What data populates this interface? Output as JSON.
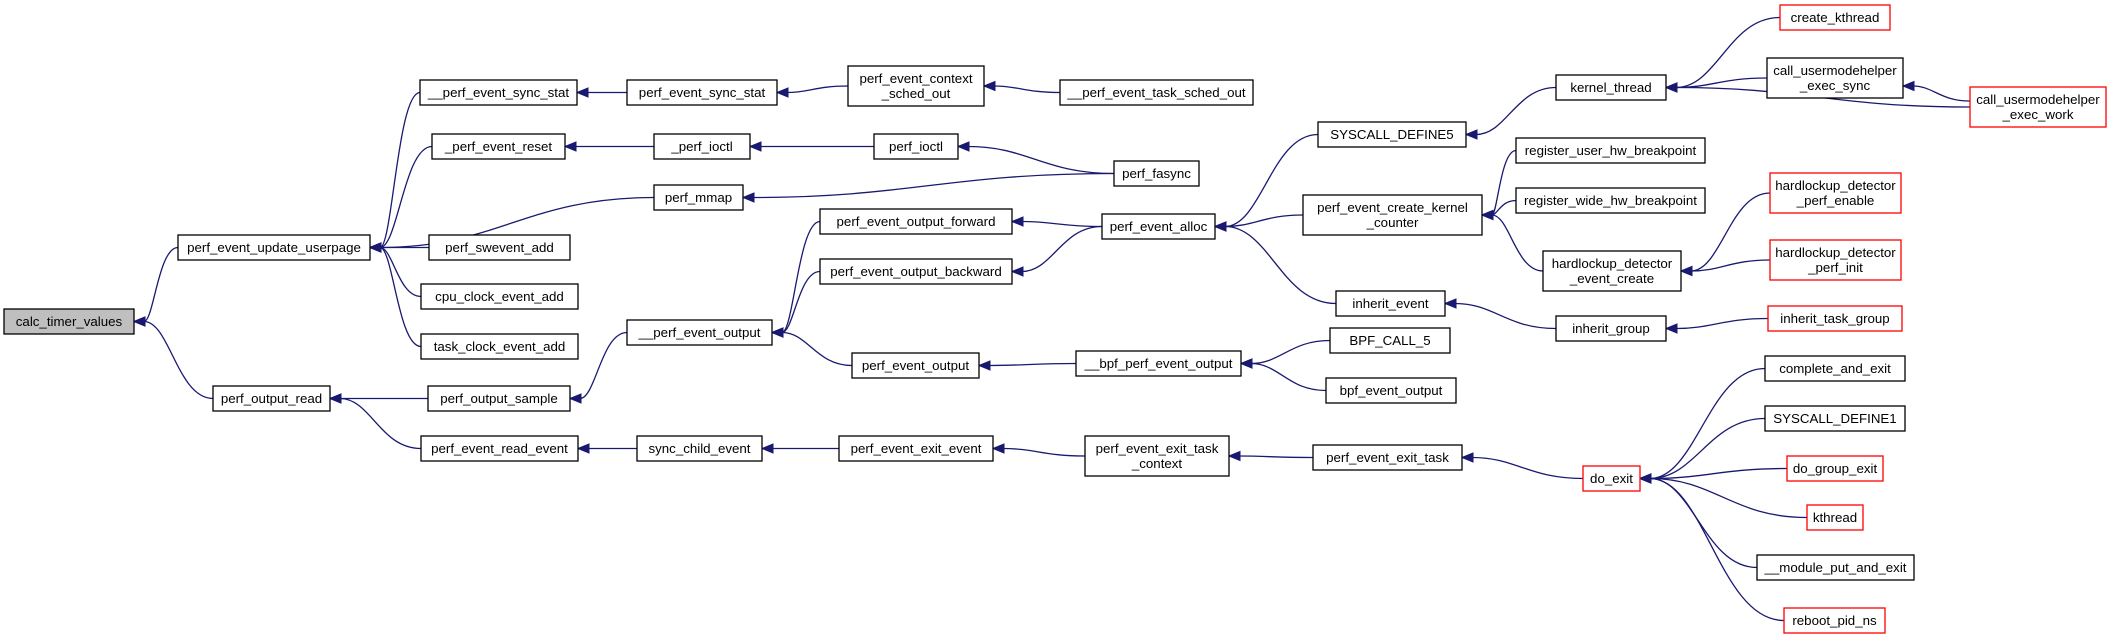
{
  "graph": {
    "title": "",
    "colors": {
      "edge": "#191970",
      "node_border": "#000000",
      "node_border_truncated": "#ff0000",
      "root_fill": "#bfbfbf",
      "background": "#ffffff"
    },
    "nodes": [
      {
        "id": "n0",
        "lines": [
          "calc_timer_values"
        ],
        "root": true
      },
      {
        "id": "n1",
        "lines": [
          "perf_event_update_userpage"
        ]
      },
      {
        "id": "n2",
        "lines": [
          "perf_output_read"
        ]
      },
      {
        "id": "n3",
        "lines": [
          "__perf_event_sync_stat"
        ]
      },
      {
        "id": "n4",
        "lines": [
          "_perf_event_reset"
        ]
      },
      {
        "id": "n5",
        "lines": [
          "perf_mmap"
        ]
      },
      {
        "id": "n6",
        "lines": [
          "perf_swevent_add"
        ]
      },
      {
        "id": "n7",
        "lines": [
          "cpu_clock_event_add"
        ]
      },
      {
        "id": "n8",
        "lines": [
          "task_clock_event_add"
        ]
      },
      {
        "id": "n9",
        "lines": [
          "perf_output_sample"
        ]
      },
      {
        "id": "n10",
        "lines": [
          "perf_event_read_event"
        ]
      },
      {
        "id": "n11",
        "lines": [
          "perf_event_sync_stat"
        ]
      },
      {
        "id": "n12",
        "lines": [
          "_perf_ioctl"
        ]
      },
      {
        "id": "n13",
        "lines": [
          "__perf_event_output"
        ]
      },
      {
        "id": "n14",
        "lines": [
          "sync_child_event"
        ]
      },
      {
        "id": "n15",
        "lines": [
          "perf_event_context",
          "_sched_out"
        ]
      },
      {
        "id": "n16",
        "lines": [
          "perf_ioctl"
        ]
      },
      {
        "id": "n17",
        "lines": [
          "perf_event_output_forward"
        ]
      },
      {
        "id": "n18",
        "lines": [
          "perf_event_output_backward"
        ]
      },
      {
        "id": "n19",
        "lines": [
          "perf_event_output"
        ]
      },
      {
        "id": "n20",
        "lines": [
          "perf_event_exit_event"
        ]
      },
      {
        "id": "n21",
        "lines": [
          "__perf_event_task_sched_out"
        ]
      },
      {
        "id": "n22",
        "lines": [
          "perf_fasync"
        ]
      },
      {
        "id": "n23",
        "lines": [
          "perf_event_alloc"
        ]
      },
      {
        "id": "n24",
        "lines": [
          "__bpf_perf_event_output"
        ]
      },
      {
        "id": "n25",
        "lines": [
          "perf_event_exit_task",
          "_context"
        ]
      },
      {
        "id": "n26",
        "lines": [
          "SYSCALL_DEFINE5"
        ]
      },
      {
        "id": "n27",
        "lines": [
          "perf_event_create_kernel",
          "_counter"
        ]
      },
      {
        "id": "n28",
        "lines": [
          "inherit_event"
        ]
      },
      {
        "id": "n29",
        "lines": [
          "BPF_CALL_5"
        ]
      },
      {
        "id": "n30",
        "lines": [
          "bpf_event_output"
        ]
      },
      {
        "id": "n31",
        "lines": [
          "perf_event_exit_task"
        ]
      },
      {
        "id": "n32",
        "lines": [
          "kernel_thread"
        ]
      },
      {
        "id": "n33",
        "lines": [
          "register_user_hw_breakpoint"
        ]
      },
      {
        "id": "n34",
        "lines": [
          "register_wide_hw_breakpoint"
        ]
      },
      {
        "id": "n35",
        "lines": [
          "hardlockup_detector",
          "_event_create"
        ]
      },
      {
        "id": "n36",
        "lines": [
          "inherit_group"
        ]
      },
      {
        "id": "n37",
        "lines": [
          "do_exit"
        ],
        "truncated": true
      },
      {
        "id": "n38",
        "lines": [
          "create_kthread"
        ],
        "truncated": true
      },
      {
        "id": "n39",
        "lines": [
          "call_usermodehelper",
          "_exec_sync"
        ]
      },
      {
        "id": "n40",
        "lines": [
          "call_usermodehelper",
          "_exec_work"
        ],
        "truncated": true
      },
      {
        "id": "n41",
        "lines": [
          "hardlockup_detector",
          "_perf_enable"
        ],
        "truncated": true
      },
      {
        "id": "n42",
        "lines": [
          "hardlockup_detector",
          "_perf_init"
        ],
        "truncated": true
      },
      {
        "id": "n43",
        "lines": [
          "inherit_task_group"
        ],
        "truncated": true
      },
      {
        "id": "n44",
        "lines": [
          "complete_and_exit"
        ]
      },
      {
        "id": "n45",
        "lines": [
          "SYSCALL_DEFINE1"
        ]
      },
      {
        "id": "n46",
        "lines": [
          "do_group_exit"
        ],
        "truncated": true
      },
      {
        "id": "n47",
        "lines": [
          "kthread"
        ],
        "truncated": true
      },
      {
        "id": "n48",
        "lines": [
          "__module_put_and_exit"
        ]
      },
      {
        "id": "n49",
        "lines": [
          "reboot_pid_ns"
        ],
        "truncated": true
      }
    ],
    "edges": [
      {
        "from": "n1",
        "to": "n0"
      },
      {
        "from": "n2",
        "to": "n0"
      },
      {
        "from": "n3",
        "to": "n1"
      },
      {
        "from": "n4",
        "to": "n1"
      },
      {
        "from": "n5",
        "to": "n1"
      },
      {
        "from": "n6",
        "to": "n1"
      },
      {
        "from": "n7",
        "to": "n1"
      },
      {
        "from": "n8",
        "to": "n1"
      },
      {
        "from": "n9",
        "to": "n2"
      },
      {
        "from": "n10",
        "to": "n2"
      },
      {
        "from": "n11",
        "to": "n3"
      },
      {
        "from": "n12",
        "to": "n4"
      },
      {
        "from": "n22",
        "to": "n5"
      },
      {
        "from": "n13",
        "to": "n9"
      },
      {
        "from": "n14",
        "to": "n10"
      },
      {
        "from": "n15",
        "to": "n11"
      },
      {
        "from": "n16",
        "to": "n12"
      },
      {
        "from": "n17",
        "to": "n13"
      },
      {
        "from": "n18",
        "to": "n13"
      },
      {
        "from": "n19",
        "to": "n13"
      },
      {
        "from": "n20",
        "to": "n14"
      },
      {
        "from": "n21",
        "to": "n15"
      },
      {
        "from": "n22",
        "to": "n16"
      },
      {
        "from": "n23",
        "to": "n17"
      },
      {
        "from": "n23",
        "to": "n18"
      },
      {
        "from": "n24",
        "to": "n19"
      },
      {
        "from": "n25",
        "to": "n20"
      },
      {
        "from": "n26",
        "to": "n23"
      },
      {
        "from": "n27",
        "to": "n23"
      },
      {
        "from": "n28",
        "to": "n23"
      },
      {
        "from": "n29",
        "to": "n24"
      },
      {
        "from": "n30",
        "to": "n24"
      },
      {
        "from": "n31",
        "to": "n25"
      },
      {
        "from": "n32",
        "to": "n26"
      },
      {
        "from": "n33",
        "to": "n27"
      },
      {
        "from": "n34",
        "to": "n27"
      },
      {
        "from": "n35",
        "to": "n27"
      },
      {
        "from": "n36",
        "to": "n28"
      },
      {
        "from": "n37",
        "to": "n31"
      },
      {
        "from": "n38",
        "to": "n32"
      },
      {
        "from": "n39",
        "to": "n32"
      },
      {
        "from": "n40",
        "to": "n32"
      },
      {
        "from": "n40",
        "to": "n39"
      },
      {
        "from": "n41",
        "to": "n35"
      },
      {
        "from": "n42",
        "to": "n35"
      },
      {
        "from": "n43",
        "to": "n36"
      },
      {
        "from": "n44",
        "to": "n37"
      },
      {
        "from": "n45",
        "to": "n37"
      },
      {
        "from": "n46",
        "to": "n37"
      },
      {
        "from": "n47",
        "to": "n37"
      },
      {
        "from": "n48",
        "to": "n37"
      },
      {
        "from": "n49",
        "to": "n37"
      }
    ]
  }
}
